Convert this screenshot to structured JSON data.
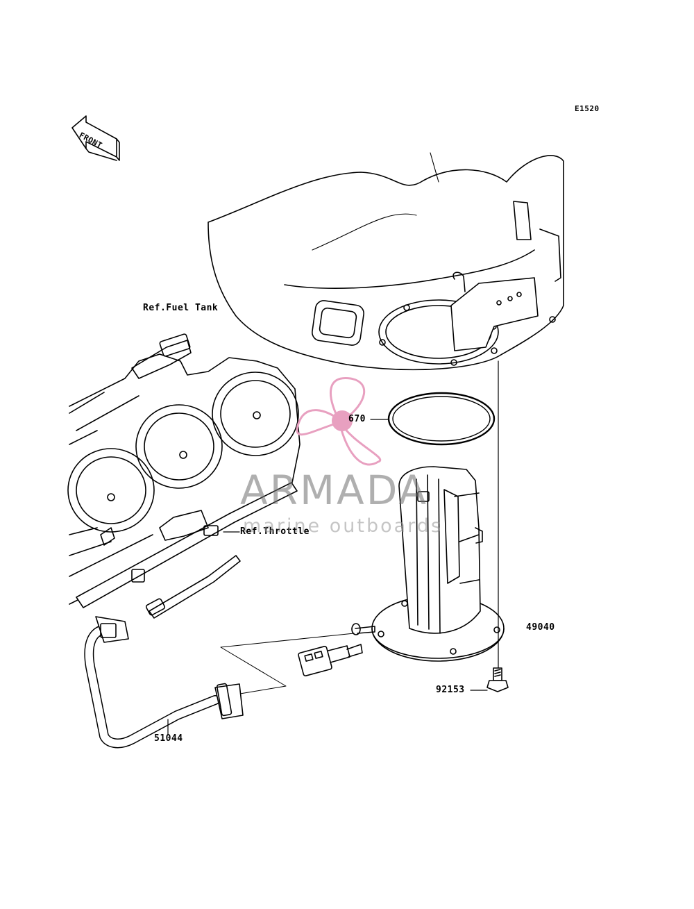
{
  "diagram_code": "E1520",
  "front_marker": "FRONT",
  "references": {
    "fuel_tank": "Ref.Fuel Tank",
    "throttle": "Ref.Throttle"
  },
  "parts": [
    {
      "id": "670",
      "component": "gasket-ring"
    },
    {
      "id": "49040",
      "component": "fuel-pump-assembly"
    },
    {
      "id": "92153",
      "component": "bolt"
    },
    {
      "id": "51044",
      "component": "fuel-hose"
    }
  ],
  "watermark": {
    "brand": "ARMADA",
    "tagline": "marine outboards",
    "colors": {
      "propeller": "#e8a0c0",
      "text": "#8a8a8a"
    }
  }
}
